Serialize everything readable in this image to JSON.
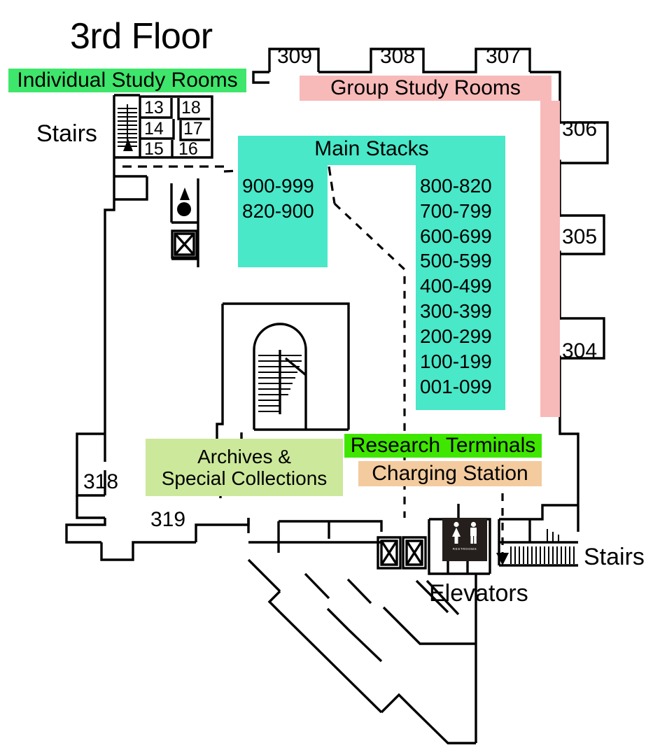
{
  "map": {
    "title": "3rd Floor",
    "legend_labels": {
      "individual_study": "Individual Study Rooms",
      "group_study": "Group Study Rooms",
      "main_stacks": "Main Stacks",
      "archives": "Archives &\nSpecial Collections",
      "research_terminals": "Research Terminals",
      "charging_station": "Charging Station"
    },
    "colors": {
      "individual_study": "#3ee66b",
      "group_study": "#f8b9b9",
      "main_stacks": "#48e8c8",
      "archives": "#cce89b",
      "research_terminals": "#3ee600",
      "charging_station": "#f3cb9e",
      "wall": "#000000",
      "background": "#ffffff"
    },
    "stairs_left_label": "Stairs",
    "stairs_right_label": "Stairs",
    "elevators_label": "Elevators",
    "restroom_sign_caption": "RESTROOMS",
    "perimeter_rooms": [
      "309",
      "308",
      "307",
      "306",
      "305",
      "304"
    ],
    "left_rooms": [
      "318",
      "319"
    ],
    "individual_study_room_numbers": [
      "13",
      "18",
      "14",
      "17",
      "15",
      "16"
    ],
    "stacks_left_ranges": [
      "900-999",
      "820-900"
    ],
    "stacks_right_ranges": [
      "800-820",
      "700-799",
      "600-699",
      "500-599",
      "400-499",
      "300-399",
      "200-299",
      "100-199",
      "001-099"
    ]
  }
}
